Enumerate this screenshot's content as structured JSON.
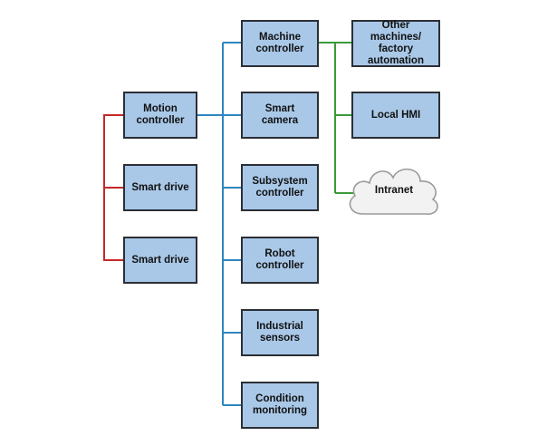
{
  "diagram": {
    "motion_controller": "Motion\ncontroller",
    "smart_drive_1": "Smart drive",
    "smart_drive_2": "Smart drive",
    "machine_controller": "Machine\ncontroller",
    "smart_camera": "Smart camera",
    "subsystem_controller": "Subsystem\ncontroller",
    "robot_controller": "Robot\ncontroller",
    "industrial_sensors": "Industrial\nsensors",
    "condition_monitoring": "Condition\nmonitoring",
    "other_machines": "Other machines/\nfactory\nautomation",
    "local_hmi": "Local HMI",
    "intranet": "Intranet"
  },
  "colors": {
    "box_fill": "#a9c8e8",
    "box_border": "#2b2f35",
    "red_link": "#c62828",
    "blue_link": "#2e86c1",
    "green_link": "#3a9a3a",
    "cloud_fill": "#f2f2f2",
    "cloud_border": "#9a9a9a"
  }
}
